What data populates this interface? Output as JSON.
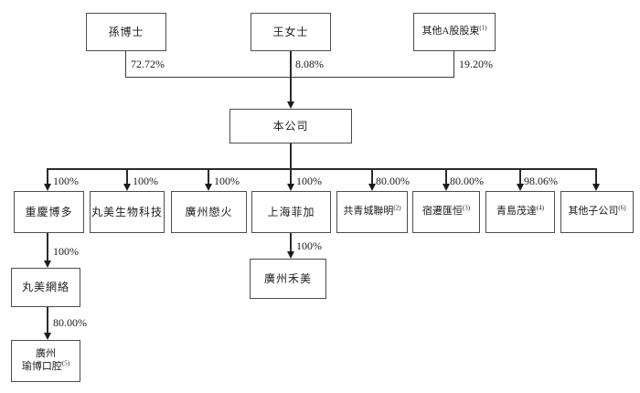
{
  "diagram_type": "ownership-structure-chart",
  "shareholders": [
    {
      "label": "孫博士",
      "pct": "72.72%"
    },
    {
      "label": "王女士",
      "pct": "8.08%"
    },
    {
      "label": "其他A股股東",
      "sup": "(1)",
      "pct": "19.20%"
    }
  ],
  "company": {
    "label": "本公司"
  },
  "subsidiaries": [
    {
      "label": "重慶博多",
      "pct": "100%"
    },
    {
      "label": "丸美生物科技",
      "pct": "100%"
    },
    {
      "label": "廣州戀火",
      "pct": "100%"
    },
    {
      "label": "上海菲加",
      "pct": "100%"
    },
    {
      "label": "共青城聯明",
      "sup": "(2)",
      "pct": "80.00%"
    },
    {
      "label": "宿遷匯恒",
      "sup": "(3)",
      "pct": "80.00%"
    },
    {
      "label": "青島茂達",
      "sup": "(4)",
      "pct": "98.06%"
    },
    {
      "label": "其他子公司",
      "sup": "(6)",
      "pct": ""
    }
  ],
  "second_level": [
    {
      "parent": "重慶博多",
      "label": "丸美網絡",
      "pct": "100%"
    },
    {
      "parent": "丸美網絡",
      "label_line1": "廣州",
      "label_line2": "瑜博口腔",
      "sup": "(5)",
      "pct": "80.00%"
    },
    {
      "parent": "上海菲加",
      "label": "廣州禾美",
      "pct": "100%"
    }
  ],
  "colors": {
    "line": "#2b2b2b",
    "border": "#4d4d4d",
    "text": "#1c1c1c",
    "background": "#ffffff"
  }
}
